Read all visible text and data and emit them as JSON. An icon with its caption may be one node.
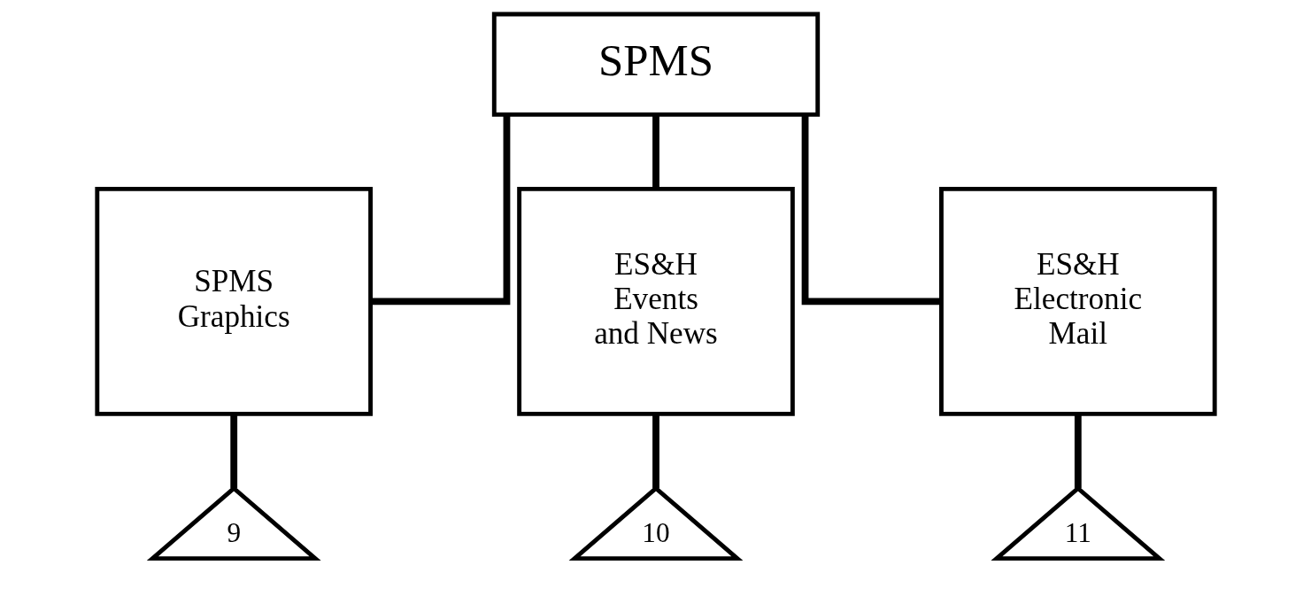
{
  "diagram": {
    "nodes": [
      {
        "text": [
          "SPMS"
        ]
      },
      {
        "text": [
          "SPMS Graphics"
        ]
      },
      {
        "text": [
          "ES&H Events and News"
        ]
      },
      {
        "text": [
          "ES&H Electronic Mail"
        ]
      },
      {
        "text": [
          "9"
        ]
      },
      {
        "text": [
          "10"
        ]
      },
      {
        "text": [
          "11"
        ]
      }
    ],
    "edges": [
      {
        "from": 0,
        "to": 1,
        "arrow": "none"
      },
      {
        "from": 0,
        "to": 2,
        "arrow": "none"
      },
      {
        "from": 0,
        "to": 3,
        "arrow": "none"
      },
      {
        "from": 1,
        "to": 4,
        "arrow": "none"
      },
      {
        "from": 2,
        "to": 5,
        "arrow": "none"
      },
      {
        "from": 3,
        "to": 6,
        "arrow": "none"
      }
    ]
  }
}
